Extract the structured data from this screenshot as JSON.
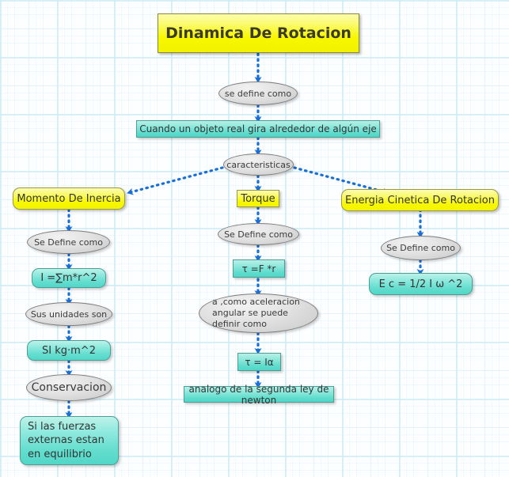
{
  "theme": {
    "accent_yellow": "#f7f700",
    "accent_teal": "#5fdccd",
    "connector_blue": "#1a6fd4",
    "ellipse_gray": "#d8d8d8",
    "background": "#fdfeff"
  },
  "diagram": {
    "title": "Dinamica De Rotacion",
    "nodes": {
      "title": "Dinamica De Rotacion",
      "se_define_como_root": "se define como",
      "objeto_real": "Cuando un objeto real gira alrededor de algún eje",
      "caracteristicas": "caracteristicas",
      "branch_inercia": "Momento De Inercia",
      "branch_torque": "Torque",
      "branch_energia": "Energia Cinetica De Rotacion",
      "inercia_define": "Se Define como",
      "inercia_formula": "I =∑m*r^2",
      "inercia_unidades": "Sus unidades son",
      "inercia_si": "SI    kg·m^2",
      "inercia_conservacion": "Conservacion",
      "inercia_equilibrio": "Si las fuerzas externas estan en equilibrio",
      "torque_define": "Se Define como",
      "torque_formula": "τ =F *r",
      "torque_alpha": "a ,como aceleracion angular se puede definir como",
      "torque_formula2": "τ = Iα",
      "torque_analogo": "analogo de la segunda ley de newton",
      "energia_define": "Se Define como",
      "energia_formula": "E c = 1/2 I ω ^2"
    }
  }
}
